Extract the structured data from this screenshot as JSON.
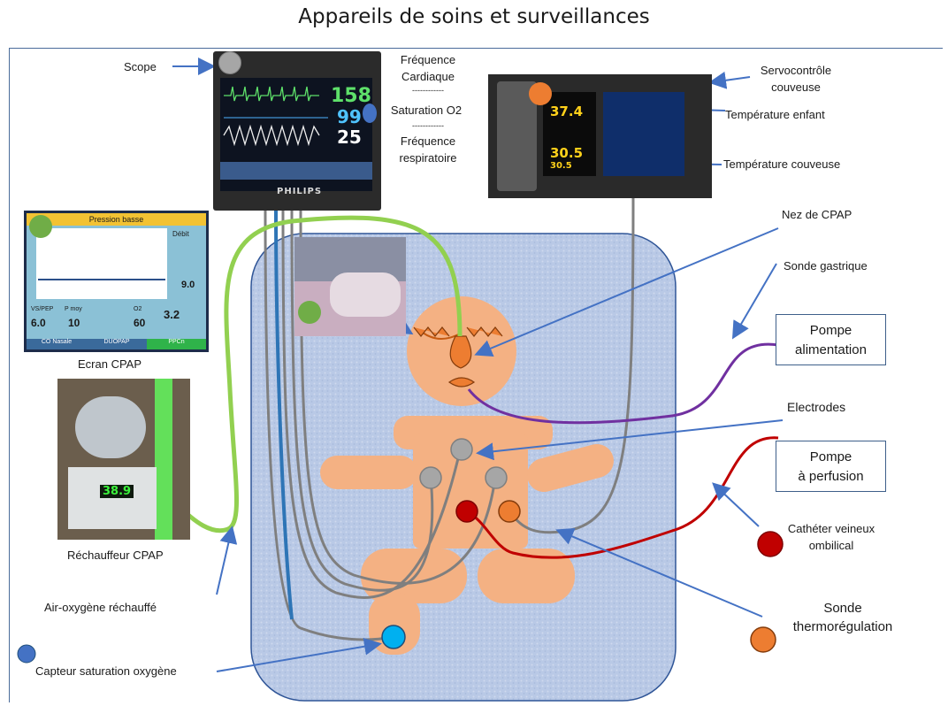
{
  "title": "Appareils de soins et surveillances",
  "labels": {
    "scope": "Scope",
    "frequence_cardiaque": [
      "Fréquence",
      "Cardiaque"
    ],
    "sep1": "------------",
    "saturation_o2": "Saturation O2",
    "sep2": "------------",
    "frequence_respiratoire": [
      "Fréquence",
      "respiratoire"
    ],
    "servocontrole": [
      "Servocontrôle",
      "couveuse"
    ],
    "temperature_enfant": "Température enfant",
    "temperature_couveuse": "Température couveuse",
    "nez_cpap": "Nez de CPAP",
    "sonde_gastrique": "Sonde gastrique",
    "ecran_cpap": "Ecran CPAP",
    "rechauffeur_cpap": "Réchauffeur CPAP",
    "air_oxygene": "Air-oxygène réchauffé",
    "electrodes": "Electrodes",
    "catheter": [
      "Cathéter veineux",
      "ombilical"
    ],
    "sonde_thermo": [
      "Sonde",
      "thermorégulation"
    ],
    "capteur": "Capteur saturation oxygène"
  },
  "boxes": {
    "pompe_alimentation": [
      "Pompe",
      "alimentation"
    ],
    "pompe_perfusion": [
      "Pompe",
      "à perfusion"
    ]
  },
  "monitor": {
    "brand": "PHILIPS",
    "heart_rate": "158",
    "spo2": "99",
    "resp_rate": "25"
  },
  "incubator": {
    "temp_child": "37.4",
    "temp_incubator": "30.5",
    "temp_set": "30.5"
  },
  "cpap_screen": {
    "header": "Pression basse",
    "debit_label": "Débit",
    "debit_value": "9.0",
    "vspep_label": "VS/PEP",
    "vspep_value": "6.0",
    "pmoy_label": "P moy",
    "pmoy_value": "10",
    "o2_label": "O2",
    "o2_value": "60",
    "peak_value": "3.2",
    "tabs": [
      "CO Nasale",
      "DUOPAP",
      "PPCn"
    ]
  },
  "heater": {
    "display": "38.9"
  },
  "colors": {
    "gray_marker": "#a6a6a6",
    "blue_marker": "#4472c4",
    "orange_marker": "#ed7d31",
    "green_marker": "#70ad47",
    "red_marker": "#c00000",
    "cyan_marker": "#00b0f0",
    "baby_skin": "#f4b183",
    "arrow_blue": "#4472c4",
    "tube_green": "#92d050",
    "line_purple": "#7030a0",
    "line_red": "#c00000",
    "cable_gray": "#7f7f7f"
  }
}
